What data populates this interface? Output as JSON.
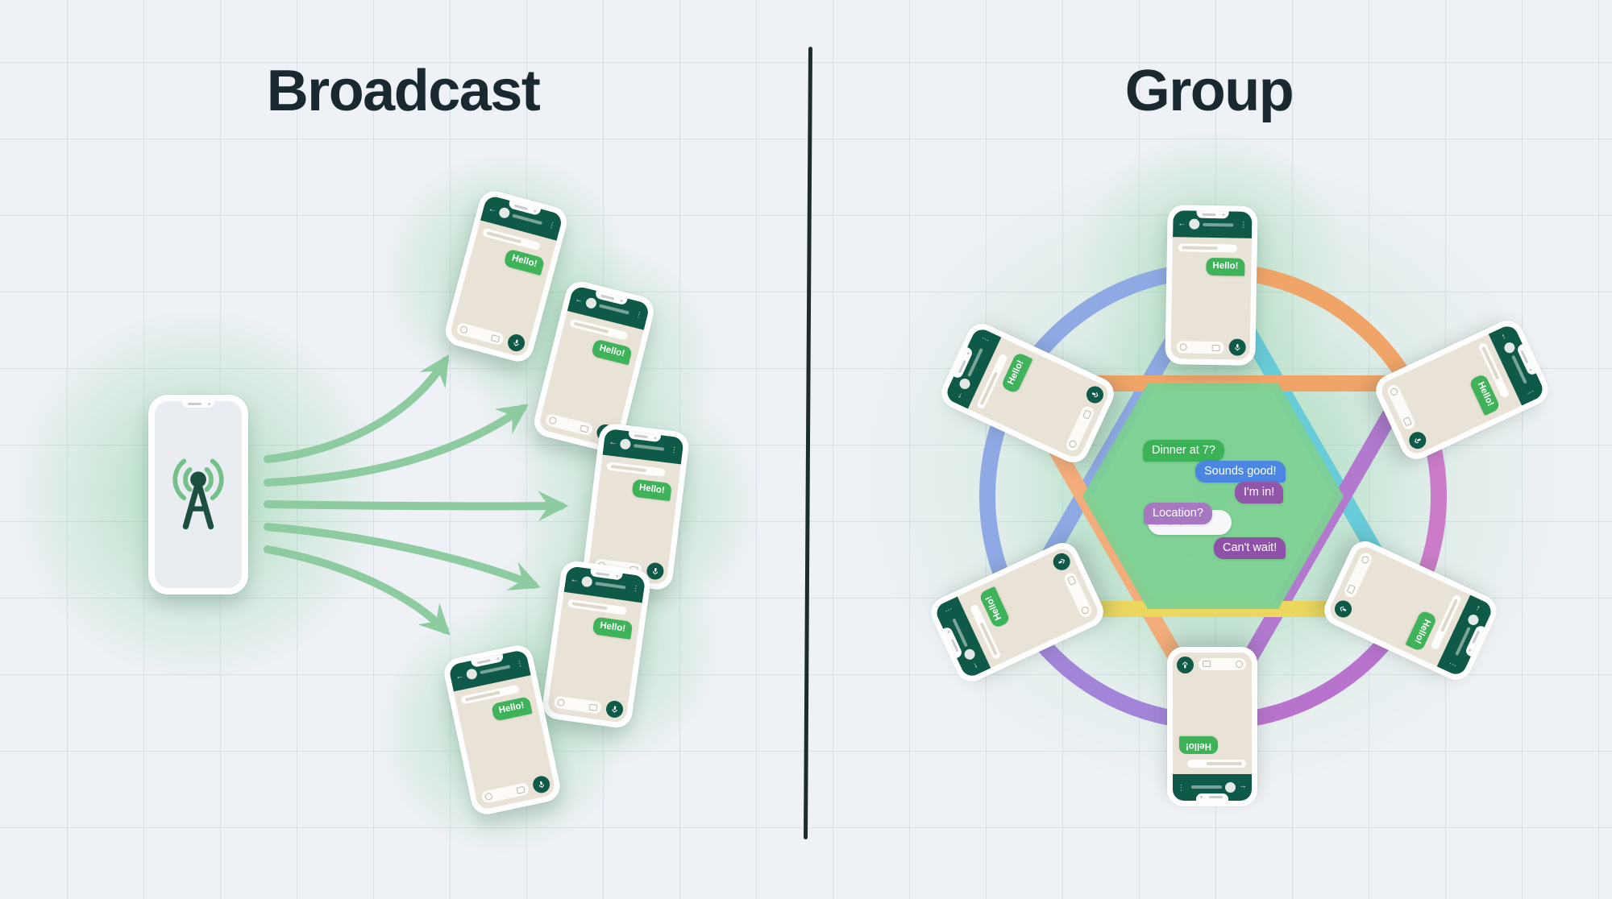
{
  "titles": {
    "broadcast": "Broadcast",
    "group": "Group"
  },
  "icons": {
    "back_arrow": "←",
    "kebab_menu": "⋮",
    "typing_dots": "• • •"
  },
  "broadcast": {
    "receivers": [
      {
        "message": "Hello!"
      },
      {
        "message": "Hello!"
      },
      {
        "message": "Hello!"
      },
      {
        "message": "Hello!"
      },
      {
        "message": "Hello!"
      }
    ]
  },
  "group": {
    "members": [
      {
        "message": "Hello!"
      },
      {
        "message": "Hello!"
      },
      {
        "message": "Hello!"
      },
      {
        "message": "Hello!"
      },
      {
        "message": "Hello!"
      },
      {
        "message": "Hello!"
      }
    ],
    "conversation": [
      {
        "text": "Dinner at 7?",
        "color": "#3cb257",
        "align": "left"
      },
      {
        "text": "Sounds good!",
        "color": "#4b86e3",
        "align": "right"
      },
      {
        "text": "I'm in!",
        "color": "#9156a9",
        "align": "right"
      },
      {
        "text": "Location?",
        "color": "#a678c0",
        "align": "left"
      },
      {
        "text": "Can't wait!",
        "color": "#8f50a7",
        "align": "right"
      }
    ]
  },
  "colors": {
    "background": "#eef1f5",
    "grid_line": "#dde3ea",
    "divider": "#1e2d2b",
    "title_text": "#1a2930",
    "phone_header_green": "#0e5947",
    "chat_background": "#e9e2d6",
    "hello_bubble_green": "#3fb35a",
    "arrow_green": "#8ecba0",
    "glow_green": "#86d29e",
    "ring_blue": "#8fa9e4",
    "ring_orange": "#f1a468",
    "ring_magenta": "#ca7cc8",
    "ring_purple": "#a284d8",
    "chord_teal": "#68cbd8",
    "chord_yellow": "#ecd75e",
    "chord_salmon": "#f3ad7a",
    "chord_purple": "#b279cf",
    "hexagon_fill": "#7cd093"
  }
}
